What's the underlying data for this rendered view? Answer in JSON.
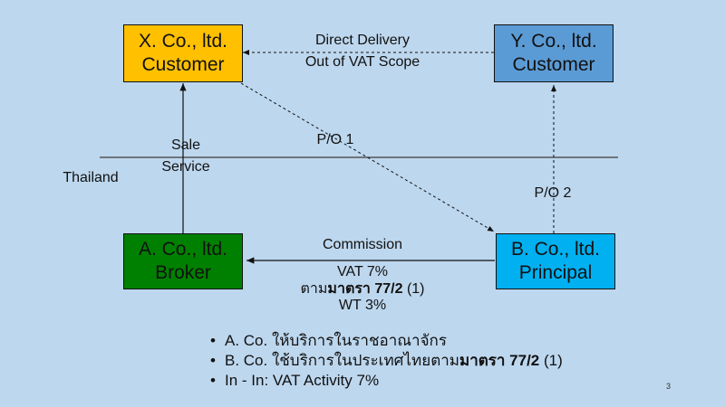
{
  "colors": {
    "background": "#bdd7ee",
    "x_box": "#ffc000",
    "y_box": "#5b9bd5",
    "a_box": "#008000",
    "b_box": "#00b0f0"
  },
  "boxes": {
    "x": {
      "line1": "X. Co., ltd.",
      "line2": "Customer"
    },
    "y": {
      "line1": "Y. Co., ltd.",
      "line2": "Customer"
    },
    "a": {
      "line1": "A. Co., ltd.",
      "line2": "Broker"
    },
    "b": {
      "line1": "B. Co., ltd.",
      "line2": "Principal"
    }
  },
  "labels": {
    "direct_delivery": "Direct Delivery",
    "out_of_scope": "Out of VAT Scope",
    "po1": "P/O 1",
    "po2": "P/O 2",
    "sale": "Sale",
    "service": "Service",
    "thailand": "Thailand",
    "commission": "Commission",
    "vat": "VAT 7%",
    "section_prefix": "ตาม",
    "section_bold": "มาตรา 77/2",
    "section_suffix": " (1)",
    "wt": "WT 3%"
  },
  "bullets": [
    {
      "text": "A. Co. ให้บริการในราชอาณาจักร"
    },
    {
      "text": "B. Co. ใช้บริการในประเทศไทยตาม",
      "bold": "มาตรา 77/2",
      "suffix": " (1)"
    },
    {
      "text": "In - In: VAT Activity 7%"
    }
  ],
  "bullet_char": "•",
  "page_number": "3"
}
